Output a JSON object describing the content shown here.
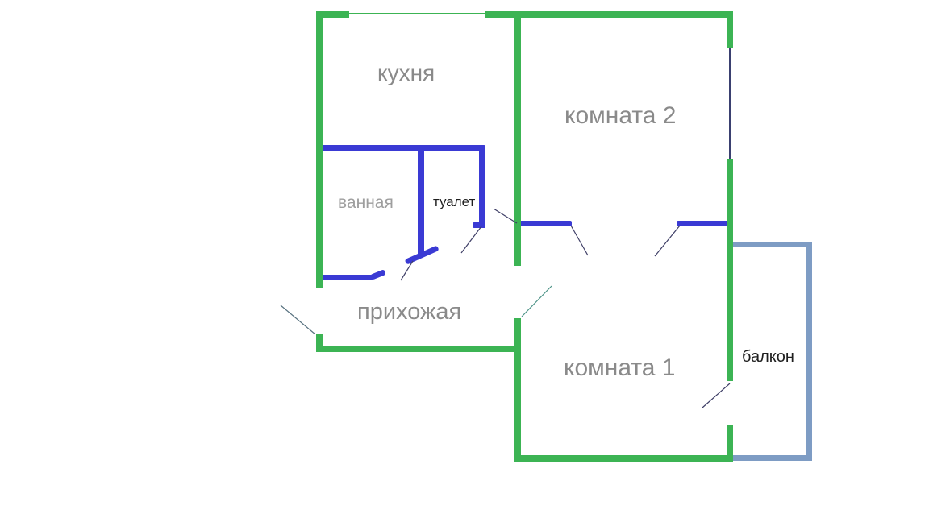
{
  "title": "apartment-floor-plan",
  "colors": {
    "bg": "#ffffff",
    "wall-outer": "#3cb454",
    "wall-inner": "#3a3ad4",
    "wall-balcony": "#7e9cc4",
    "window-green": "#3cb454",
    "window-dark": "#3a4070",
    "swing-dark": "#3e3e66",
    "swing-gray": "#56707e",
    "swing-teal": "#4e9488",
    "label-gray": "#8a8a8a",
    "label-light": "#9e9e9e",
    "label-dark": "#1f1f1f"
  },
  "rooms": {
    "kitchen": {
      "label": "кухня"
    },
    "room2": {
      "label": "комната 2"
    },
    "bathroom": {
      "label": "ванная"
    },
    "toilet": {
      "label": "туалет"
    },
    "hallway": {
      "label": "прихожая"
    },
    "room1": {
      "label": "комната 1"
    },
    "balcony": {
      "label": "балкон"
    }
  }
}
